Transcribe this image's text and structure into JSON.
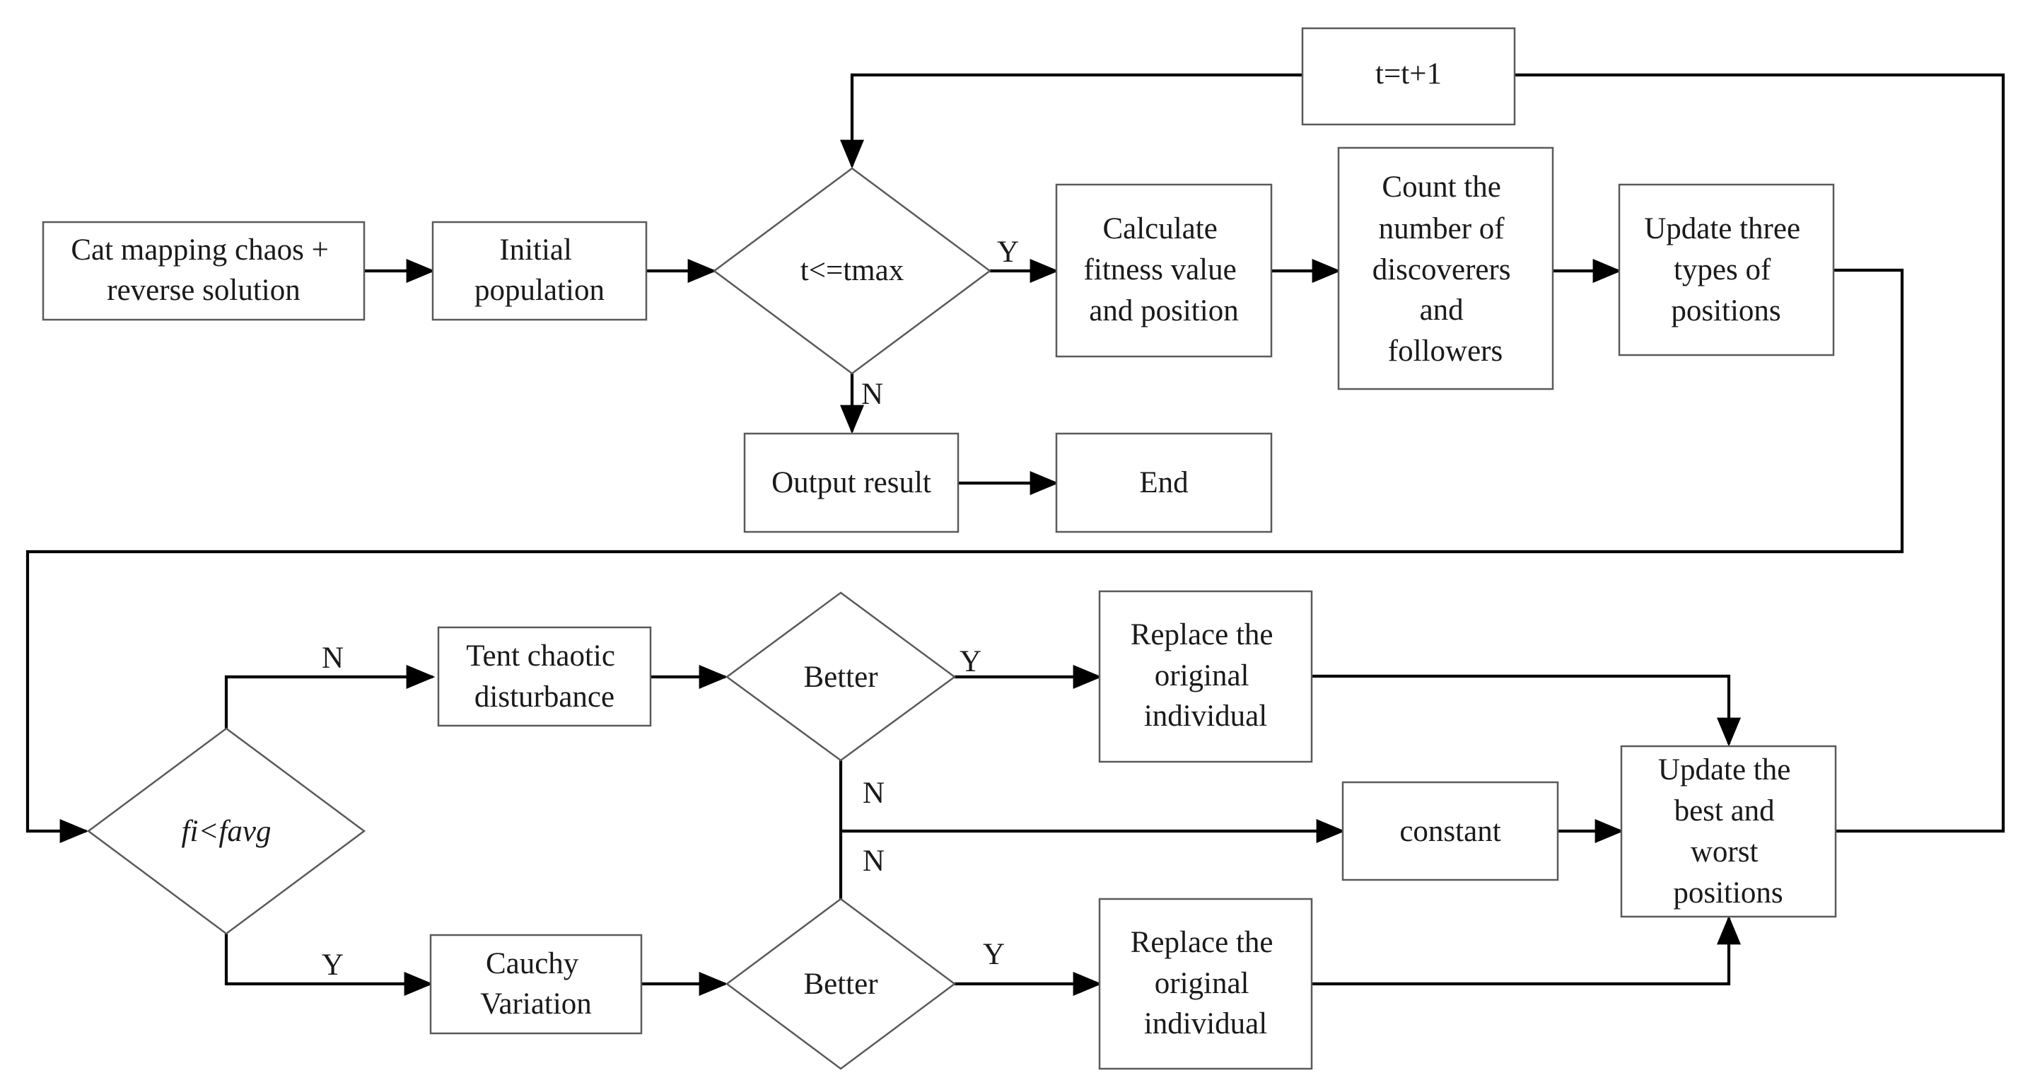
{
  "diagram": {
    "nodes": {
      "cat_mapping": {
        "lines": [
          "Cat mapping chaos +",
          "reverse solution"
        ]
      },
      "initial_population": {
        "lines": [
          "Initial",
          "population"
        ]
      },
      "decision_tmax": {
        "lines": [
          "t<=tmax"
        ]
      },
      "calc_fitness": {
        "lines": [
          "Calculate",
          "fitness value",
          "and position"
        ]
      },
      "count_discoverers": {
        "lines": [
          "Count the",
          "number of",
          "discoverers",
          "and",
          "followers"
        ]
      },
      "update_three": {
        "lines": [
          "Update three",
          "types of",
          "positions"
        ]
      },
      "increment_t": {
        "lines": [
          "t=t+1"
        ]
      },
      "output_result": {
        "lines": [
          "Output result"
        ]
      },
      "end": {
        "lines": [
          "End"
        ]
      },
      "decision_fi": {
        "lines": [
          "fi<favg"
        ]
      },
      "tent_chaotic": {
        "lines": [
          "Tent chaotic",
          "disturbance"
        ]
      },
      "better_top": {
        "lines": [
          "Better"
        ]
      },
      "replace_top": {
        "lines": [
          "Replace the",
          "original",
          "individual"
        ]
      },
      "constant": {
        "lines": [
          "constant"
        ]
      },
      "update_best": {
        "lines": [
          "Update the",
          "best and",
          "worst",
          "positions"
        ]
      },
      "cauchy": {
        "lines": [
          "Cauchy",
          "Variation"
        ]
      },
      "better_bottom": {
        "lines": [
          "Better"
        ]
      },
      "replace_bottom": {
        "lines": [
          "Replace the",
          "original",
          "individual"
        ]
      }
    },
    "edge_labels": {
      "tmax_yes": "Y",
      "tmax_no": "N",
      "fi_no": "N",
      "fi_yes": "Y",
      "better_top_yes": "Y",
      "better_top_no": "N",
      "better_bottom_no": "N",
      "better_bottom_yes": "Y"
    },
    "colors": {
      "box_stroke": "#5a5a5a",
      "edge": "#000000",
      "text": "#1a1a1a"
    }
  }
}
